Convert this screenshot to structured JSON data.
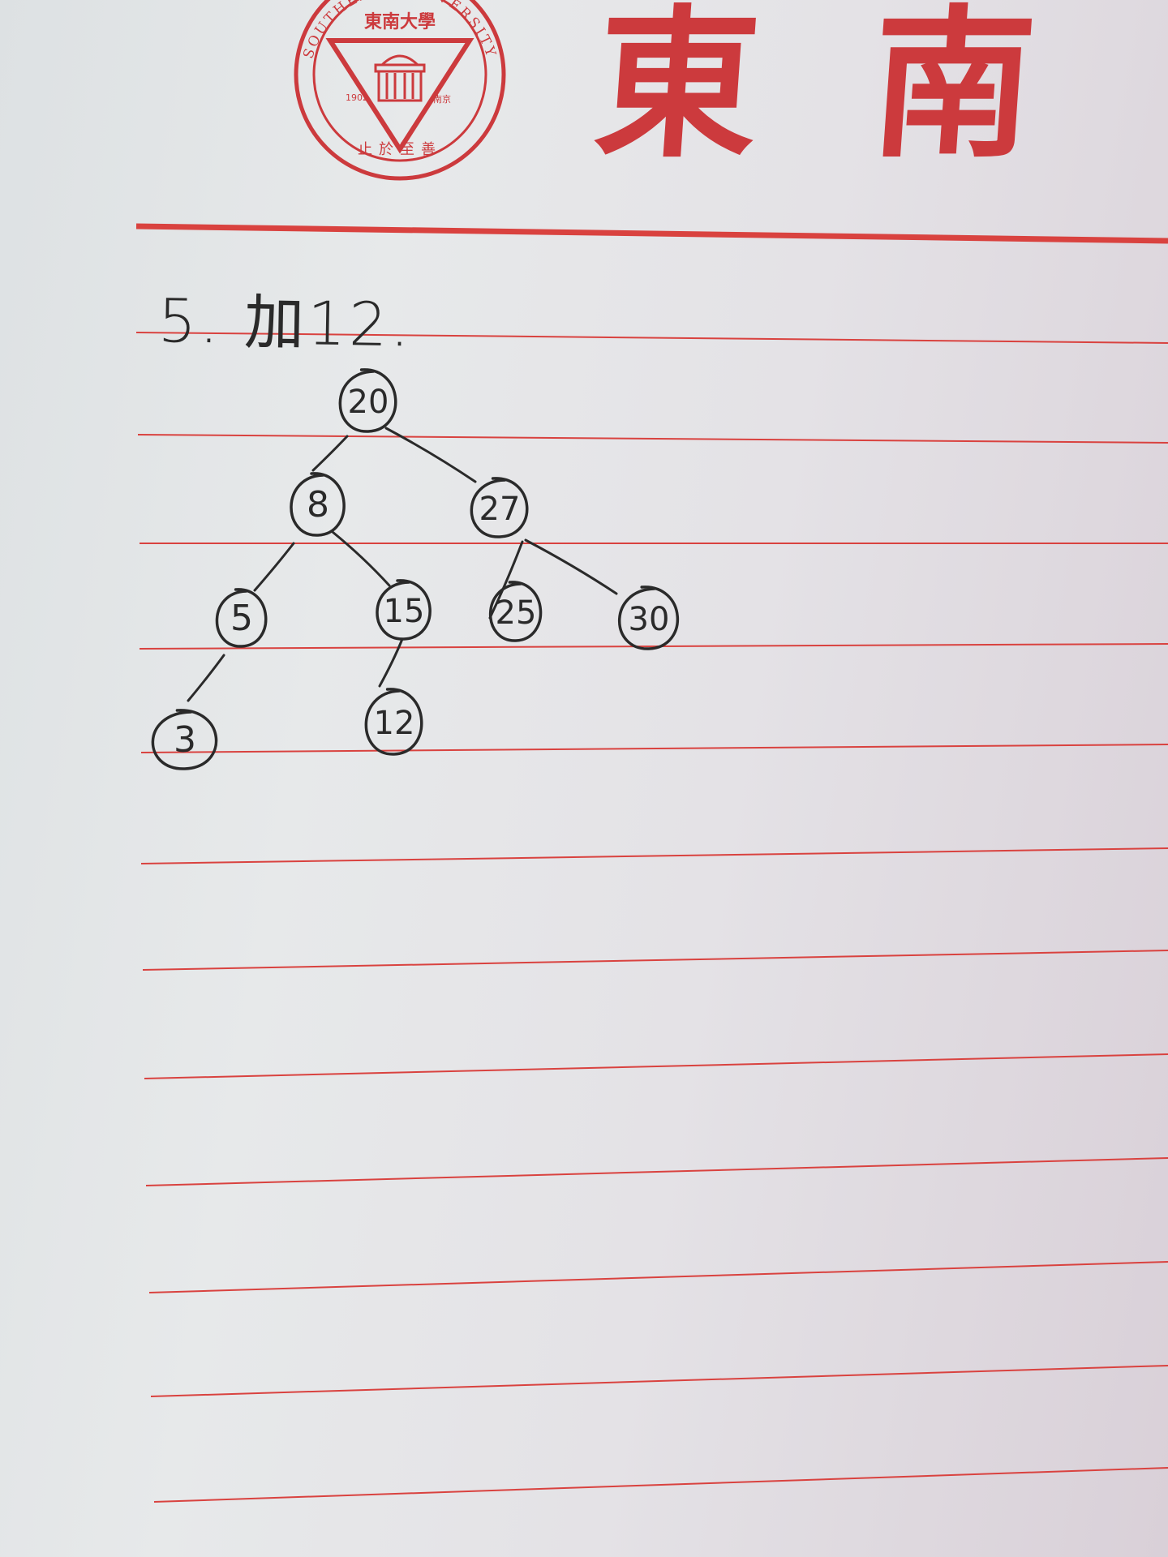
{
  "letterhead": {
    "university_name": "東南",
    "seal": {
      "upper_text": "SOUTHEAST UNIVERSITY",
      "inner_name": "東南大學",
      "founded": "1902",
      "city": "南京",
      "motto": "止於至善"
    },
    "colors": {
      "seal_red": "#cc3a3d",
      "rule_red": "#d9423f",
      "ink": "#2a2a2a"
    }
  },
  "problem_label": "5. 加12.",
  "tree": {
    "nodes": [
      {
        "id": "n20",
        "value": "20"
      },
      {
        "id": "n8",
        "value": "8"
      },
      {
        "id": "n27",
        "value": "27"
      },
      {
        "id": "n5",
        "value": "5"
      },
      {
        "id": "n15",
        "value": "15"
      },
      {
        "id": "n25",
        "value": "25"
      },
      {
        "id": "n30",
        "value": "30"
      },
      {
        "id": "n3",
        "value": "3"
      },
      {
        "id": "n12",
        "value": "12"
      }
    ],
    "edges": [
      [
        "n20",
        "n8"
      ],
      [
        "n20",
        "n27"
      ],
      [
        "n8",
        "n5"
      ],
      [
        "n8",
        "n15"
      ],
      [
        "n27",
        "n25"
      ],
      [
        "n27",
        "n30"
      ],
      [
        "n5",
        "n3"
      ],
      [
        "n15",
        "n12"
      ]
    ]
  }
}
